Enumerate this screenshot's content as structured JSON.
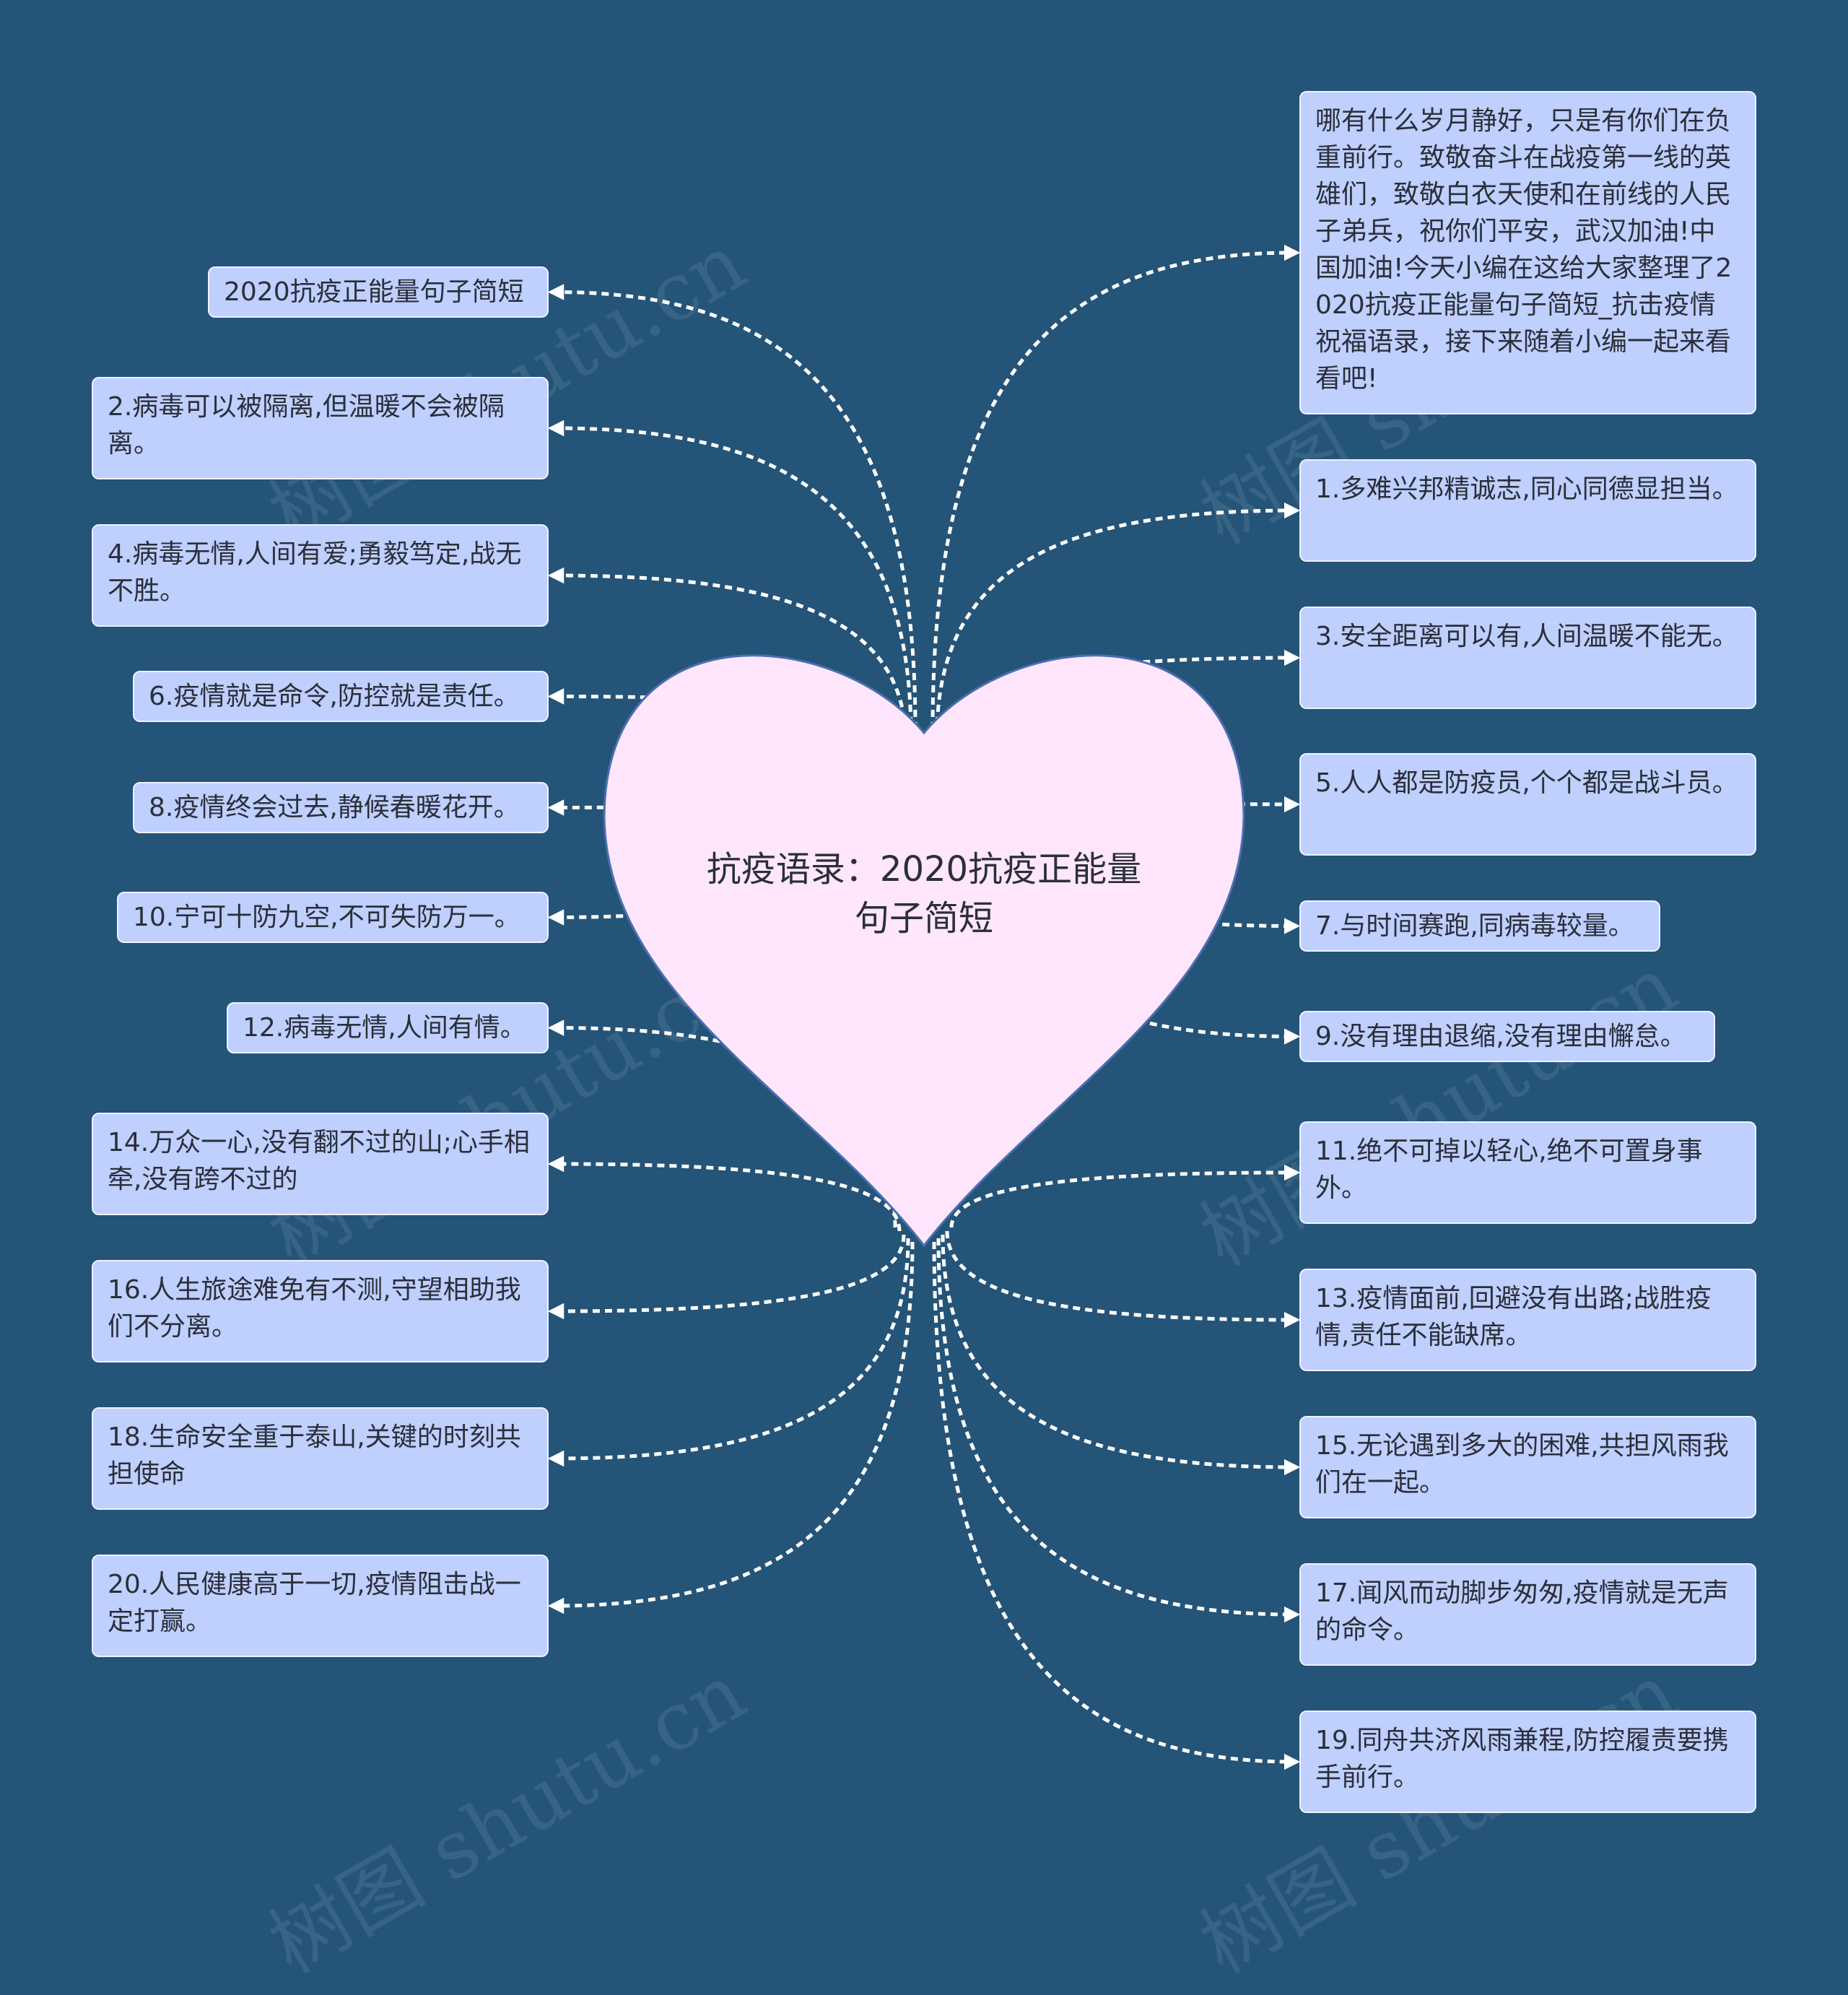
{
  "center": {
    "title": "抗疫语录：2020抗疫正能量句子简短"
  },
  "watermark": "树图 shutu.cn",
  "left_nodes": [
    "2020抗疫正能量句子简短",
    "2.病毒可以被隔离,但温暖不会被隔离。",
    "4.病毒无情,人间有爱;勇毅笃定,战无不胜。",
    "6.疫情就是命令,防控就是责任。",
    "8.疫情终会过去,静候春暖花开。",
    "10.宁可十防九空,不可失防万一。",
    "12.病毒无情,人间有情。",
    "14.万众一心,没有翻不过的山;心手相牵,没有跨不过的",
    "16.人生旅途难免有不测,守望相助我们不分离。",
    "18.生命安全重于泰山,关键的时刻共担使命",
    "20.人民健康高于一切,疫情阻击战一定打赢。"
  ],
  "right_nodes": [
    "哪有什么岁月静好，只是有你们在负重前行。致敬奋斗在战疫第一线的英雄们，致敬白衣天使和在前线的人民子弟兵，祝你们平安，武汉加油!中国加油!今天小编在这给大家整理了2020抗疫正能量句子简短_抗击疫情祝福语录，接下来随着小编一起来看看吧!",
    "1.多难兴邦精诚志,同心同德显担当。",
    "3.安全距离可以有,人间温暖不能无。",
    "5.人人都是防疫员,个个都是战斗员。",
    "7.与时间赛跑,同病毒较量。",
    "9.没有理由退缩,没有理由懈怠。",
    "11.绝不可掉以轻心,绝不可置身事外。",
    "13.疫情面前,回避没有出路;战胜疫情,责任不能缺席。",
    "15.无论遇到多大的困难,共担风雨我们在一起。",
    "17.闻风而动脚步匆匆,疫情就是无声的命令。",
    "19.同舟共济风雨兼程,防控履责要携手前行。"
  ],
  "colors": {
    "background": "#245478",
    "node_fill": "#bfcffe",
    "heart_fill": "#ffe6fd",
    "heart_stroke": "#4a6fb0",
    "connector": "#ffffff"
  }
}
